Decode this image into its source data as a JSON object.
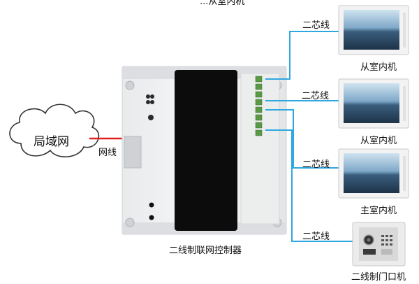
{
  "top_label": "...从室内机",
  "lan": {
    "label": "局域网",
    "cable_label": "网线"
  },
  "controller": {
    "name": "二线制联网控制器"
  },
  "connections": [
    {
      "cable_label": "二芯线",
      "device": "从室内机"
    },
    {
      "cable_label": "二芯线",
      "device": "从室内机"
    },
    {
      "cable_label": "二芯线",
      "device": "主室内机"
    },
    {
      "cable_label": "二芯线",
      "device": "二线制门口机"
    }
  ],
  "colors": {
    "wire": "#2ea8e0",
    "lan_cable": "#e02020"
  }
}
